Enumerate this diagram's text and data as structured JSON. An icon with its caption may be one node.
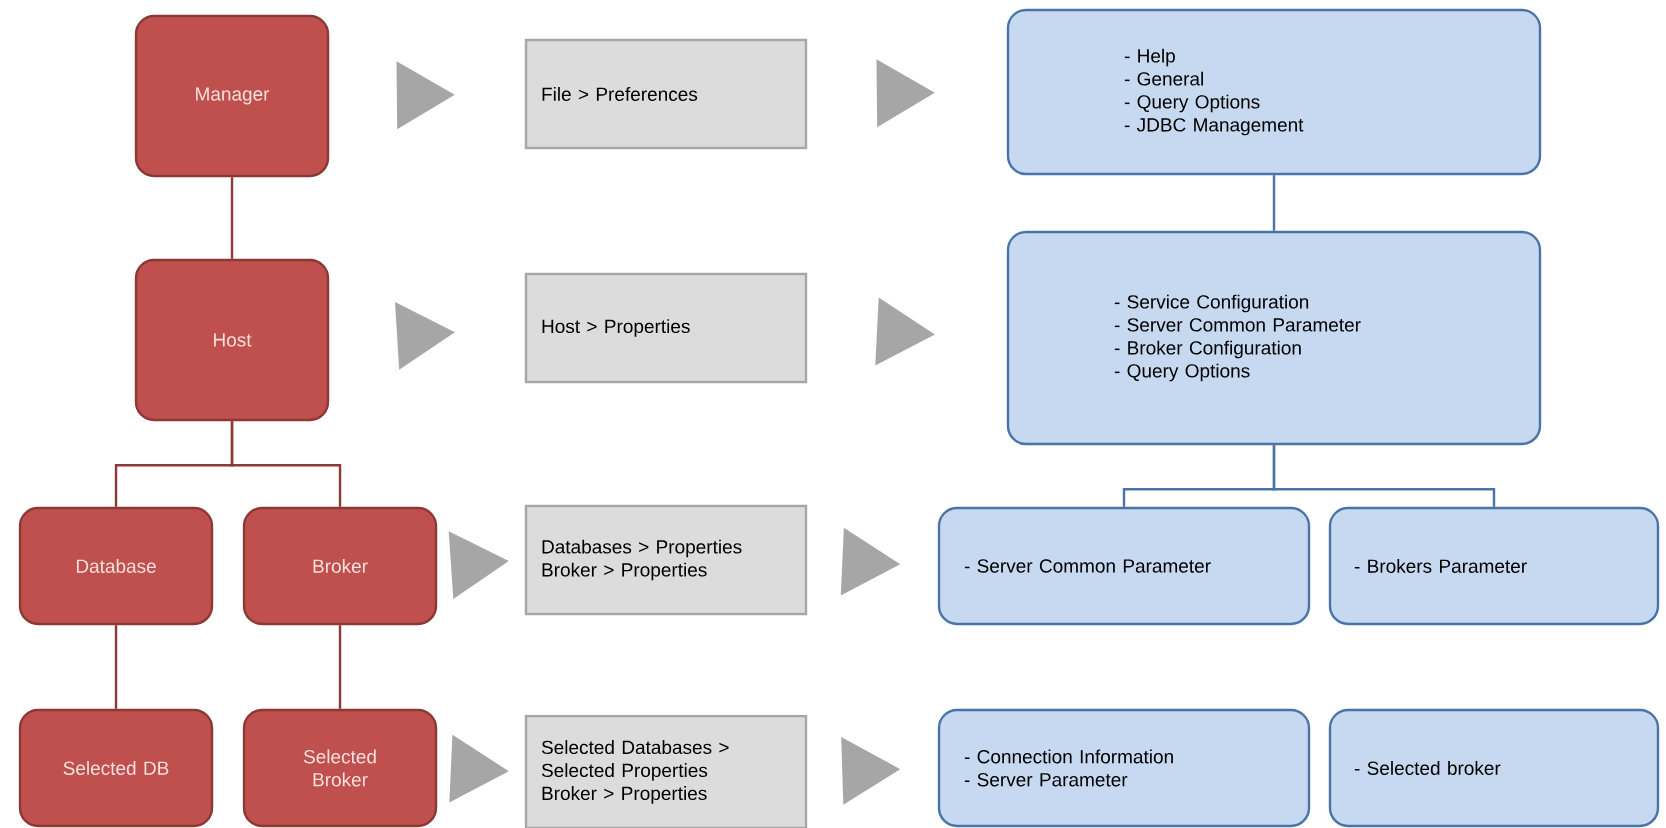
{
  "diagram": {
    "nodes": [
      {
        "text": [
          "Manager"
        ]
      },
      {
        "text": [
          "Host"
        ]
      },
      {
        "text": [
          "Database"
        ]
      },
      {
        "text": [
          "Broker"
        ]
      },
      {
        "text": [
          "Selected DB"
        ]
      },
      {
        "text": [
          "Selected Broker"
        ]
      },
      {
        "text": [
          "File > Preferences"
        ]
      },
      {
        "text": [
          "Host > Properties"
        ]
      },
      {
        "text": [
          "Databases > Properties",
          "Broker > Properties"
        ]
      },
      {
        "text": [
          "Selected Databases > Selected Properties",
          "Broker > Properties"
        ]
      },
      {
        "text": [
          "- Help",
          "- General",
          "- Query Options",
          "- JDBC Management"
        ]
      },
      {
        "text": [
          "- Service Configuration",
          "- Server Common Parameter",
          "- Broker Configuration",
          "- Query Options"
        ]
      },
      {
        "text": [
          "- Server Common Parameter"
        ]
      },
      {
        "text": [
          "- Brokers Parameter"
        ]
      },
      {
        "text": [
          "- Connection Information",
          "- Server Parameter"
        ]
      },
      {
        "text": [
          "- Selected broker"
        ]
      }
    ],
    "edges": [
      {
        "from": 0,
        "to": 1,
        "arrow": "none",
        "color": "#8c3836"
      },
      {
        "from": 1,
        "to": 2,
        "arrow": "none",
        "color": "#8c3836"
      },
      {
        "from": 1,
        "to": 3,
        "arrow": "none",
        "color": "#8c3836"
      },
      {
        "from": 2,
        "to": 4,
        "arrow": "none",
        "color": "#8c3836"
      },
      {
        "from": 3,
        "to": 5,
        "arrow": "none",
        "color": "#8c3836"
      },
      {
        "from": 10,
        "to": 11,
        "arrow": "none",
        "color": "#4a74a8"
      },
      {
        "from": 11,
        "to": 12,
        "arrow": "none",
        "color": "#4a74a8"
      },
      {
        "from": 11,
        "to": 13,
        "arrow": "none",
        "color": "#4a74a8"
      },
      {
        "from": 0,
        "to": 6,
        "arrow": "to"
      },
      {
        "from": 6,
        "to": 10,
        "arrow": "to"
      },
      {
        "from": 1,
        "to": 7,
        "arrow": "to"
      },
      {
        "from": 7,
        "to": 11,
        "arrow": "to"
      },
      {
        "from": 3,
        "to": 8,
        "arrow": "to"
      },
      {
        "from": 8,
        "to": 12,
        "arrow": "to"
      },
      {
        "from": 5,
        "to": 9,
        "arrow": "to"
      },
      {
        "from": 9,
        "to": 14,
        "arrow": "to"
      }
    ]
  }
}
